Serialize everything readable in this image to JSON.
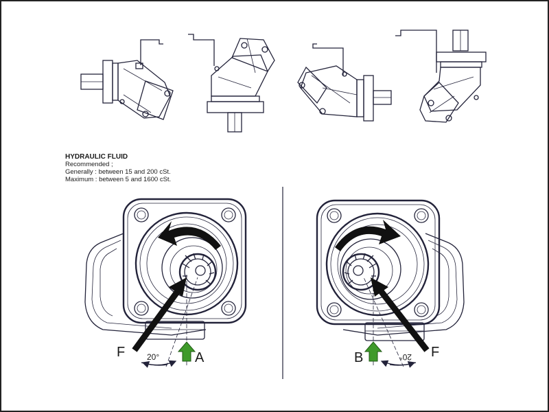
{
  "fluid": {
    "title": "HYDRAULIC FLUID",
    "line1": "Recommended ;",
    "line2": "Generally : between 15 and 200 cSt.",
    "line3": "Maximum : between 5 and 1600 cSt."
  },
  "left_view": {
    "force_label": "F",
    "angle_label": "20°",
    "port_label": "A",
    "rotation": "counter-clockwise"
  },
  "right_view": {
    "force_label": "F",
    "angle_label": "20°",
    "port_label": "B",
    "rotation": "clockwise"
  },
  "colors": {
    "arrow_green": "#3f9a2a",
    "line": "#23233a",
    "force_arrow": "#111111"
  }
}
